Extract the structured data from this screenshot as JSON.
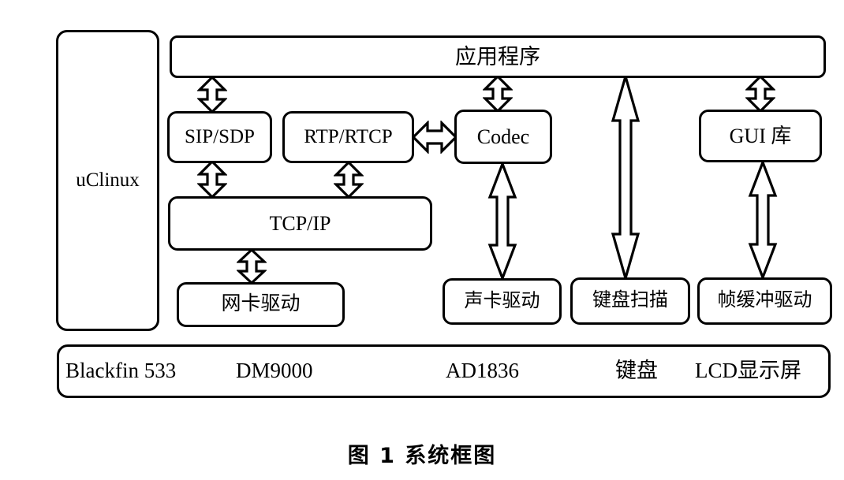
{
  "figure": {
    "caption": "图 1  系统框图",
    "caption_number": "图 1",
    "caption_title": "系统框图"
  },
  "os_layer": {
    "label": "uClinux"
  },
  "application_layer": {
    "label": "应用程序"
  },
  "middleware": [
    {
      "id": "sip-sdp",
      "label": "SIP/SDP"
    },
    {
      "id": "rtp-rtcp",
      "label": "RTP/RTCP"
    },
    {
      "id": "codec",
      "label": "Codec"
    },
    {
      "id": "gui-lib",
      "label": "GUI 库"
    }
  ],
  "protocol_stack": {
    "label": "TCP/IP"
  },
  "drivers": [
    {
      "id": "net-card-driver",
      "label": "网卡驱动"
    },
    {
      "id": "sound-card-driver",
      "label": "声卡驱动"
    },
    {
      "id": "keyboard-scan",
      "label": "键盘扫描"
    },
    {
      "id": "frame-buffer-driver",
      "label": "帧缓冲驱动"
    }
  ],
  "hardware": {
    "items": [
      {
        "id": "blackfin",
        "label": "Blackfin 533"
      },
      {
        "id": "dm9000",
        "label": "DM9000"
      },
      {
        "id": "ad1836",
        "label": "AD1836"
      },
      {
        "id": "keyboard",
        "label": "键盘"
      },
      {
        "id": "lcd",
        "label": "LCD显示屏"
      }
    ]
  },
  "connections": [
    {
      "id": "app-to-sipsdp",
      "type": "double-vertical"
    },
    {
      "id": "app-to-codec",
      "type": "double-vertical"
    },
    {
      "id": "app-to-keyscan",
      "type": "double-vertical-long"
    },
    {
      "id": "app-to-gui",
      "type": "double-vertical"
    },
    {
      "id": "sipsdp-to-tcpip",
      "type": "double-vertical"
    },
    {
      "id": "rtprtcp-to-tcpip",
      "type": "double-vertical"
    },
    {
      "id": "rtprtcp-to-codec",
      "type": "double-horizontal"
    },
    {
      "id": "tcpip-to-netdrv",
      "type": "double-vertical"
    },
    {
      "id": "codec-to-sounddrv",
      "type": "double-vertical-long"
    },
    {
      "id": "gui-to-fbdrv",
      "type": "double-vertical-long"
    }
  ],
  "colors": {
    "stroke": "#000000",
    "background": "#ffffff"
  }
}
